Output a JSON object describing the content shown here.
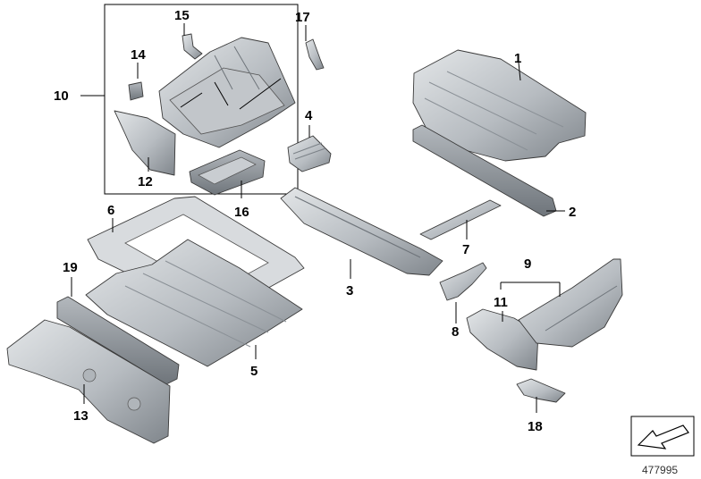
{
  "diagram": {
    "callouts": {
      "c1": "1",
      "c2": "2",
      "c3": "3",
      "c4": "4",
      "c5": "5",
      "c6": "6",
      "c7": "7",
      "c8": "8",
      "c9": "9",
      "c10": "10",
      "c11": "11",
      "c12": "12",
      "c13": "13",
      "c14": "14",
      "c15": "15",
      "c16": "16",
      "c17": "17",
      "c18": "18",
      "c19": "19"
    },
    "document_number": "477995",
    "colors": {
      "part_light": "#d6d9dc",
      "part_mid": "#a9aeb3",
      "part_dark": "#6f757b",
      "outline": "#3a3a3a",
      "line": "#000000"
    }
  }
}
